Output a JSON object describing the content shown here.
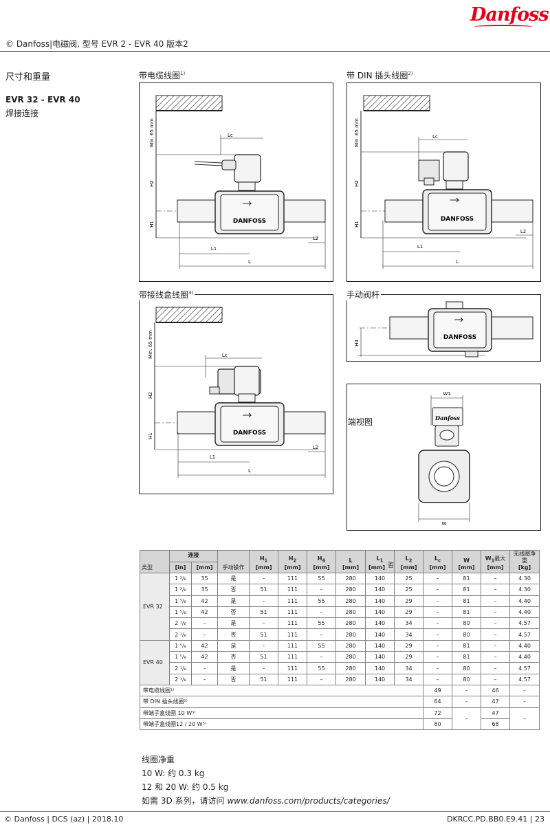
{
  "brand": {
    "logo_text": "Danfoss",
    "accent_color": "#e2001a"
  },
  "header": {
    "title": "© Danfoss|电磁阀, 型号 EVR 2 - EVR 40 版本2"
  },
  "section": {
    "title": "尺寸和重量",
    "model": "EVR 32 - EVR 40",
    "connection": "焊接连接"
  },
  "panels": {
    "cable_coil": {
      "label": "带电缆线圈",
      "note": "1)"
    },
    "din_coil": {
      "label": "带 DIN 插头线圈",
      "note": "2)"
    },
    "terminal_box": {
      "label": "带接线盒线圈",
      "note": "3)"
    },
    "manual_stem": {
      "label": "手动阀杆"
    },
    "end_view": {
      "label": "端视图"
    }
  },
  "drawing_labels": {
    "min": "Min. 65 mm",
    "h2": "H2",
    "h1": "H1",
    "h4": "H4",
    "l1": "L1",
    "l2": "L2",
    "l": "L",
    "lc": "Lc",
    "w": "W",
    "w1": "W1",
    "valve_text": "DANFOSS",
    "mini_logo": "Danfoss"
  },
  "table": {
    "header": {
      "type": "类型",
      "connection": "连接",
      "in": "[in]",
      "mm": "[mm]",
      "manual": "手动操作",
      "h1": "H",
      "h1_sub": "1",
      "h2": "H",
      "h2_sub": "2",
      "h4": "H",
      "h4_sub": "4",
      "l": "L",
      "l1": "L",
      "l1_sub": "1",
      "l2": "L",
      "l2_sub": "2",
      "lc": "L",
      "lc_sub": "c",
      "w": "W",
      "w1": "W",
      "w1_sub": "1",
      "w1_suffix": "最大",
      "weight": "无线圈净重",
      "unit_mm": "[mm]",
      "unit_kg": "[kg]",
      "stray": "否"
    },
    "groups": [
      {
        "type": "EVR 32",
        "rows": [
          [
            "1 ³/₈",
            "35",
            "是",
            "–",
            "111",
            "55",
            "280",
            "140",
            "25",
            "–",
            "81",
            "–",
            "4.30"
          ],
          [
            "1 ³/₈",
            "35",
            "否",
            "51",
            "111",
            "–",
            "280",
            "140",
            "25",
            "–",
            "81",
            "–",
            "4.30"
          ],
          [
            "1 ⁵/₈",
            "42",
            "是",
            "–",
            "111",
            "55",
            "280",
            "140",
            "29",
            "–",
            "81",
            "–",
            "4.40"
          ],
          [
            "1 ⁵/₈",
            "42",
            "否",
            "51",
            "111",
            "–",
            "280",
            "140",
            "29",
            "–",
            "81",
            "–",
            "4.40"
          ],
          [
            "2 ¹/₈",
            "–",
            "是",
            "–",
            "111",
            "55",
            "280",
            "140",
            "34",
            "–",
            "80",
            "–",
            "4.57"
          ],
          [
            "2 ¹/₈",
            "–",
            "否",
            "51",
            "111",
            "–",
            "280",
            "140",
            "34",
            "–",
            "80",
            "–",
            "4.57"
          ]
        ]
      },
      {
        "type": "EVR 40",
        "rows": [
          [
            "1 ⁵/₈",
            "42",
            "是",
            "–",
            "111",
            "55",
            "280",
            "140",
            "29",
            "–",
            "81",
            "–",
            "4.40"
          ],
          [
            "1 ⁵/₈",
            "42",
            "否",
            "51",
            "111",
            "–",
            "280",
            "140",
            "29",
            "–",
            "81",
            "–",
            "4.40"
          ],
          [
            "2 ¹/₈",
            "–",
            "是",
            "–",
            "111",
            "55",
            "280",
            "140",
            "34",
            "–",
            "80",
            "–",
            "4.57"
          ],
          [
            "2 ¹/₈",
            "–",
            "否",
            "51",
            "111",
            "–",
            "280",
            "140",
            "34",
            "–",
            "80",
            "–",
            "4.57"
          ]
        ]
      }
    ],
    "coils": [
      {
        "label": "带电缆线圈¹⁾",
        "lc": "49",
        "w": "–",
        "w1": "46",
        "kg": "–"
      },
      {
        "label": "带 DIN 插头线圈²⁾",
        "lc": "64",
        "w": "–",
        "w1": "47",
        "kg": "–"
      },
      {
        "label": "带端子盒线圈 10 W³⁾",
        "lc": "72",
        "w": "–",
        "w1": "47",
        "kg": "–"
      },
      {
        "label": "带端子盒线圈12 / 20 W³⁾",
        "lc": "80",
        "w1": "68"
      }
    ]
  },
  "notes": {
    "coil_weight_title": "线圈净重",
    "w10": "10 W: 约 0.3 kg",
    "w20": "12 和 20 W: 约 0.5 kg",
    "series_3d": "如需 3D 系列，请访问",
    "url": "www.danfoss.com/products/categories/"
  },
  "footer": {
    "left": "© Danfoss | DCS (az) | 2018.10",
    "right": "DKRCC.PD.BB0.E9.41 | 23"
  }
}
